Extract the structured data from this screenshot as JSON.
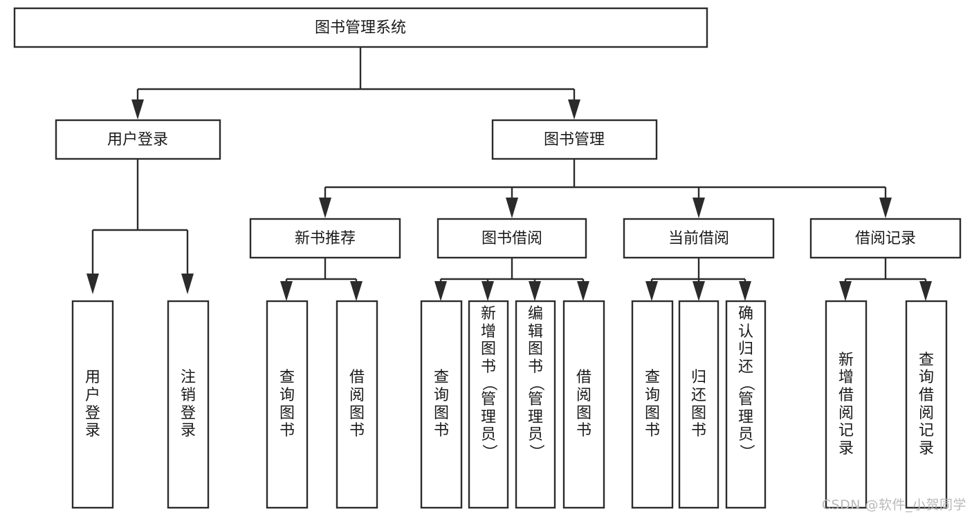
{
  "diagram": {
    "title": "图书管理系统",
    "type": "tree-structure-chart",
    "watermark": "CSDN @软件_小贺同学",
    "colors": {
      "box_stroke": "#2b2b2b",
      "box_fill": "#ffffff",
      "text": "#1a1a1a",
      "background": "#ffffff",
      "watermark": "#b9b9b9"
    },
    "root": {
      "label": "图书管理系统",
      "orientation": "horizontal"
    },
    "level2": [
      {
        "id": "user-login",
        "label": "用户登录",
        "orientation": "horizontal"
      },
      {
        "id": "book-manage",
        "label": "图书管理",
        "orientation": "horizontal"
      }
    ],
    "level3": [
      {
        "id": "new-book-recommend",
        "label": "新书推荐",
        "orientation": "horizontal",
        "parent": "book-manage"
      },
      {
        "id": "book-borrow",
        "label": "图书借阅",
        "orientation": "horizontal",
        "parent": "book-manage"
      },
      {
        "id": "current-borrow",
        "label": "当前借阅",
        "orientation": "horizontal",
        "parent": "book-manage"
      },
      {
        "id": "borrow-record",
        "label": "借阅记录",
        "orientation": "horizontal",
        "parent": "book-manage"
      }
    ],
    "leaves": [
      {
        "id": "leaf-user-login",
        "label": "用户登录",
        "chars": [
          "用",
          "户",
          "登",
          "录"
        ],
        "parent": "user-login",
        "align": "middle"
      },
      {
        "id": "leaf-user-logout",
        "label": "注销登录",
        "chars": [
          "注",
          "销",
          "登",
          "录"
        ],
        "parent": "user-login",
        "align": "middle"
      },
      {
        "id": "leaf-query-book-1",
        "label": "查询图书",
        "chars": [
          "查",
          "询",
          "图",
          "书"
        ],
        "parent": "new-book-recommend",
        "align": "middle"
      },
      {
        "id": "leaf-borrow-book-1",
        "label": "借阅图书",
        "chars": [
          "借",
          "阅",
          "图",
          "书"
        ],
        "parent": "new-book-recommend",
        "align": "middle"
      },
      {
        "id": "leaf-query-book-2",
        "label": "查询图书",
        "chars": [
          "查",
          "询",
          "图",
          "书"
        ],
        "parent": "book-borrow",
        "align": "middle"
      },
      {
        "id": "leaf-add-book",
        "label": "新增图书（管理员）",
        "chars": [
          "新",
          "增",
          "图",
          "书",
          "（",
          "管",
          "理",
          "员",
          "）"
        ],
        "parent": "book-borrow",
        "align": "top"
      },
      {
        "id": "leaf-edit-book",
        "label": "编辑图书（管理员）",
        "chars": [
          "编",
          "辑",
          "图",
          "书",
          "（",
          "管",
          "理",
          "员",
          "）"
        ],
        "parent": "book-borrow",
        "align": "top"
      },
      {
        "id": "leaf-borrow-book-2",
        "label": "借阅图书",
        "chars": [
          "借",
          "阅",
          "图",
          "书"
        ],
        "parent": "book-borrow",
        "align": "middle"
      },
      {
        "id": "leaf-query-book-3",
        "label": "查询图书",
        "chars": [
          "查",
          "询",
          "图",
          "书"
        ],
        "parent": "current-borrow",
        "align": "middle"
      },
      {
        "id": "leaf-return-book",
        "label": "归还图书",
        "chars": [
          "归",
          "还",
          "图",
          "书"
        ],
        "parent": "current-borrow",
        "align": "middle"
      },
      {
        "id": "leaf-confirm-return",
        "label": "确认归还（管理员）",
        "chars": [
          "确",
          "认",
          "归",
          "还",
          "（",
          "管",
          "理",
          "员",
          "）"
        ],
        "parent": "current-borrow",
        "align": "top"
      },
      {
        "id": "leaf-add-record",
        "label": "新增借阅记录",
        "chars": [
          "新",
          "增",
          "借",
          "阅",
          "记",
          "录"
        ],
        "parent": "borrow-record",
        "align": "middle"
      },
      {
        "id": "leaf-query-record",
        "label": "查询借阅记录",
        "chars": [
          "查",
          "询",
          "借",
          "阅",
          "记",
          "录"
        ],
        "parent": "borrow-record",
        "align": "middle"
      }
    ]
  }
}
